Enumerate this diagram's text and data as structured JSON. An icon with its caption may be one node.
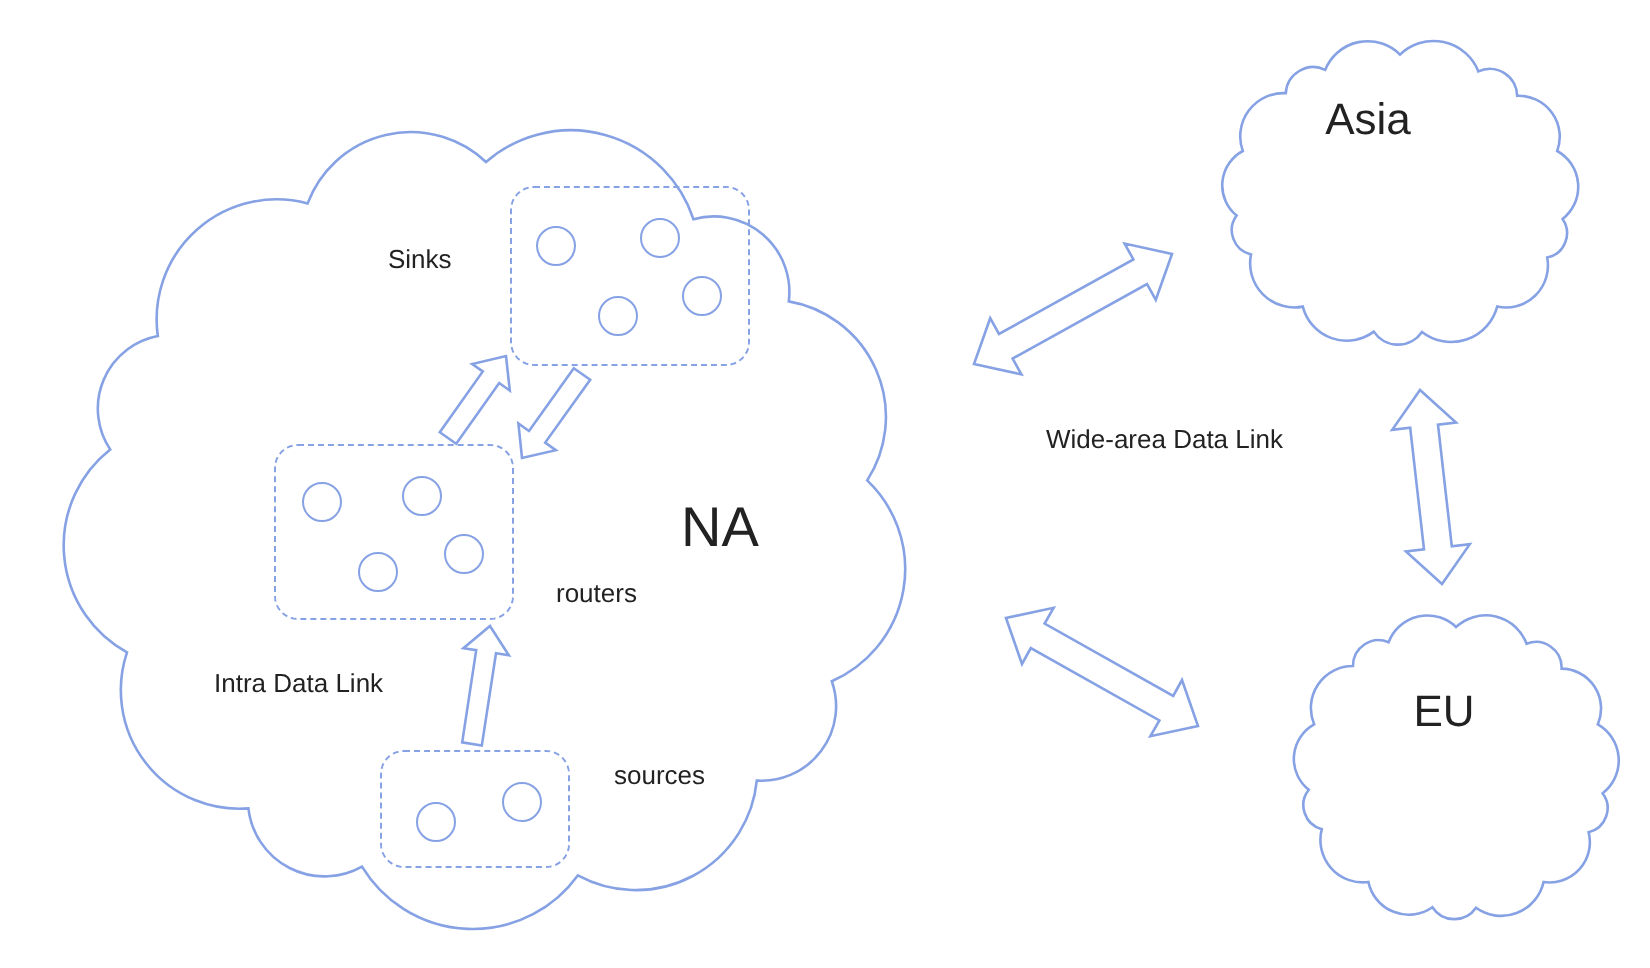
{
  "diagram": {
    "nodes": [
      {
        "text": [
          "NA"
        ]
      },
      {
        "text": [],
        "shape": "box",
        "in": 0,
        "beside": [
          "Sinks"
        ]
      },
      {
        "text": [],
        "shape": "circle",
        "in": 1
      },
      {
        "text": [],
        "shape": "circle",
        "in": 1
      },
      {
        "text": [],
        "shape": "circle",
        "in": 1
      },
      {
        "text": [],
        "shape": "circle",
        "in": 1
      },
      {
        "text": [],
        "shape": "box",
        "in": 0,
        "beside": [
          "routers"
        ]
      },
      {
        "text": [],
        "shape": "circle",
        "in": 6
      },
      {
        "text": [],
        "shape": "circle",
        "in": 6
      },
      {
        "text": [],
        "shape": "circle",
        "in": 6
      },
      {
        "text": [],
        "shape": "circle",
        "in": 6
      },
      {
        "text": [],
        "shape": "box",
        "in": 0,
        "beside": [
          "sources"
        ]
      },
      {
        "text": [],
        "shape": "circle",
        "in": 11
      },
      {
        "text": [],
        "shape": "circle",
        "in": 11
      },
      {
        "text": [
          "Asia"
        ]
      },
      {
        "text": [
          "EU"
        ]
      }
    ],
    "edges": [
      {
        "from": 11,
        "to": 6,
        "arrow": "to"
      },
      {
        "from": 6,
        "to": 1,
        "arrow": "to"
      },
      {
        "from": 1,
        "to": 6,
        "arrow": "to"
      },
      {
        "from": 0,
        "to": 14,
        "arrow": "both"
      },
      {
        "from": 0,
        "to": 15,
        "arrow": "both"
      },
      {
        "from": 14,
        "to": 15,
        "arrow": "both"
      }
    ],
    "labels": [
      "Intra Data Link",
      "Wide-area Data Link"
    ]
  }
}
